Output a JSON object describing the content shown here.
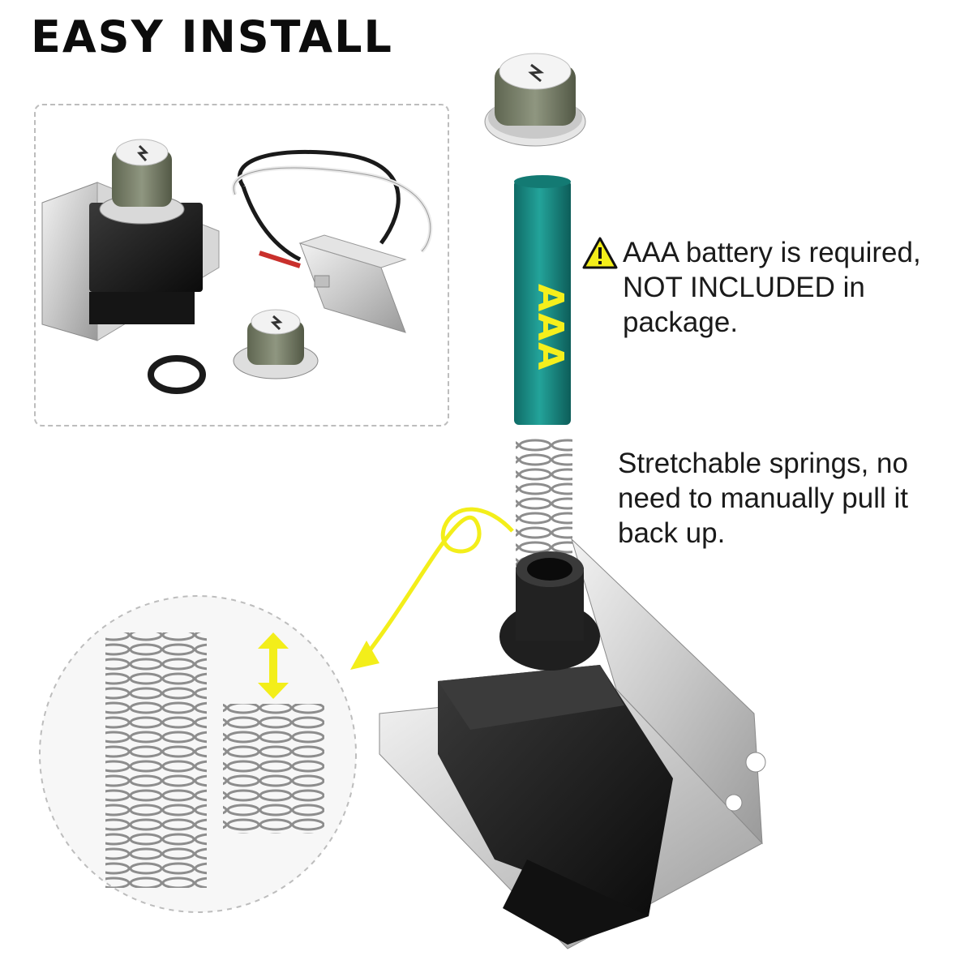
{
  "headline": "EASY INSTALL",
  "battery_label": "AAA",
  "notes": {
    "battery": "AAA battery is required, NOT INCLUDED in package.",
    "springs": "Stretchable springs, no need to manually pull it back up."
  },
  "icons": {
    "warning": "warning-triangle-icon",
    "lightning": "lightning-bolt-icon",
    "arrow": "double-arrow-icon"
  },
  "colors": {
    "accent_yellow": "#f3ee1a",
    "battery_green": "#1b8f88",
    "text": "#1a1a1a"
  }
}
